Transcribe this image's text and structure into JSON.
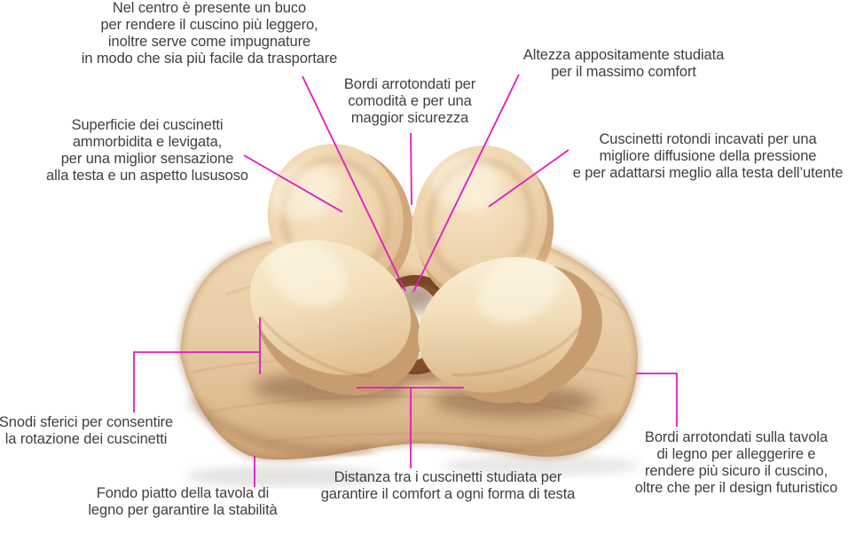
{
  "figure": {
    "subject": "cuscino di legno con quattro cuscinetti rotondi su tavola",
    "photo_name": "wooden-pillow-photo"
  },
  "colors": {
    "annotation_line": "#e318c4",
    "text": "#3f3f3f",
    "background": "#ffffff",
    "wood_light": "#f6e8cb",
    "wood_mid": "#e9cda6",
    "wood_dark": "#c79d6f"
  },
  "annotations": {
    "hole": {
      "lines": [
        "Nel centro è presente un buco",
        "per rendere il cuscino più leggero,",
        "inoltre serve come impugnature",
        "in modo che sia più facile da trasportare"
      ]
    },
    "cushion_edges": {
      "lines": [
        "Bordi arrotondati per",
        "comodità e per una",
        "maggior sicurezza"
      ]
    },
    "height": {
      "lines": [
        "Altezza appositamente studiata",
        "per il massimo comfort"
      ]
    },
    "surface": {
      "lines": [
        "Superficie dei cuscinetti",
        "ammorbidita e levigata,",
        "per una miglior sensazione",
        "alla testa e un aspetto lususoso"
      ]
    },
    "round_pads": {
      "lines": [
        "Cuscinetti rotondi incavati per una",
        "migliore diffusione della pressione",
        "e per adattarsi meglio alla testa dell’utente"
      ]
    },
    "ball_joints": {
      "lines": [
        "Snodi sferici per consentire",
        "la rotazione dei cuscinetti"
      ]
    },
    "flat_bottom": {
      "lines": [
        "Fondo piatto della tavola di",
        "legno per garantire la stabilità"
      ]
    },
    "pad_distance": {
      "lines": [
        "Distanza tra i cuscinetti studiata per",
        "garantire il comfort a ogni forma di testa"
      ]
    },
    "board_edges": {
      "lines": [
        "Bordi arrotondati sulla tavola",
        "di legno per alleggerire e",
        "rendere più sicuro il cuscino,",
        "oltre che per il design futuristico"
      ]
    }
  }
}
